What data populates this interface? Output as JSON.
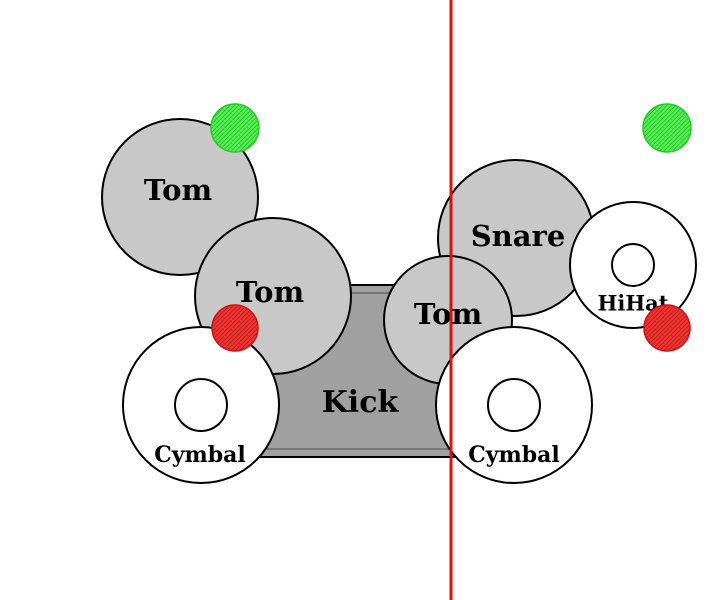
{
  "drums": {
    "tom_left": "Tom",
    "tom_middle": "Tom",
    "tom_right": "Tom",
    "snare": "Snare",
    "kick": "Kick",
    "cymbal_left": "Cymbal",
    "cymbal_right": "Cymbal",
    "hihat": "HiHat"
  },
  "colors": {
    "drum_fill": "#c8c8c8",
    "kick_fill": "#a0a0a0",
    "cymbal_fill": "#ffffff",
    "outline": "#000000",
    "divider_line": "#dd1111",
    "green_marker": "#22dd22",
    "red_marker": "#dd1111"
  },
  "markers": [
    {
      "color": "green",
      "side": "left"
    },
    {
      "color": "green",
      "side": "right"
    },
    {
      "color": "red",
      "side": "left"
    },
    {
      "color": "red",
      "side": "right"
    }
  ]
}
